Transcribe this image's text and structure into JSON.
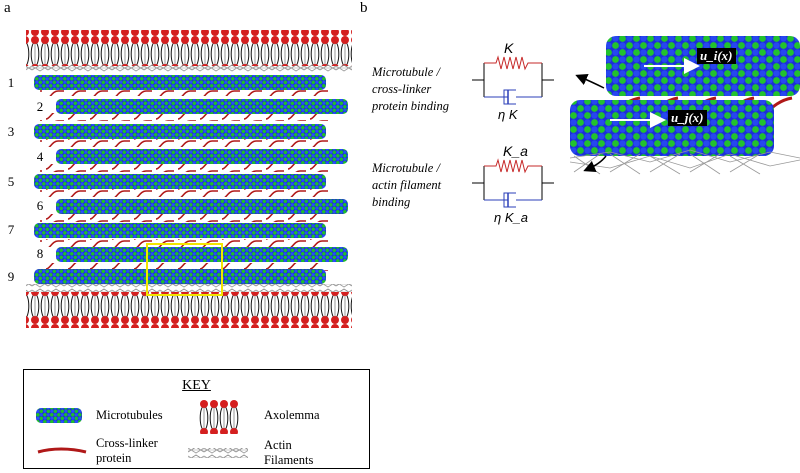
{
  "panel_a": {
    "label": "a",
    "rows": [
      "1",
      "2",
      "3",
      "4",
      "5",
      "6",
      "7",
      "8",
      "9"
    ]
  },
  "panel_b": {
    "label": "b",
    "crosslinker_binding_text": [
      "Microtubule /",
      "cross-linker",
      "protein binding"
    ],
    "actin_binding_text": [
      "Microtubule /",
      "actin filament",
      "binding"
    ],
    "spring_label_1": "K",
    "damper_label_1": "η K",
    "spring_label_2": "K_a",
    "damper_label_2": "η K_a",
    "ui_label": "u_i(x)",
    "uj_label": "u_j(x)"
  },
  "key": {
    "title": "KEY",
    "microtubules": "Microtubules",
    "crosslinker": [
      "Cross-linker",
      "protein"
    ],
    "axolemma": "Axolemma",
    "actin": [
      "Actin",
      "Filaments"
    ]
  },
  "colors": {
    "microtubule_blue": "#1b2fd8",
    "microtubule_green": "#1fbf2a",
    "crosslinker_red": "#b01818",
    "lipid_red": "#d41f1f",
    "highlight_yellow": "#f2e600",
    "spring_red": "#c62828",
    "damper_blue": "#2b3fb8"
  },
  "icons": [
    "arrow-icon",
    "spring-icon",
    "damper-icon"
  ]
}
